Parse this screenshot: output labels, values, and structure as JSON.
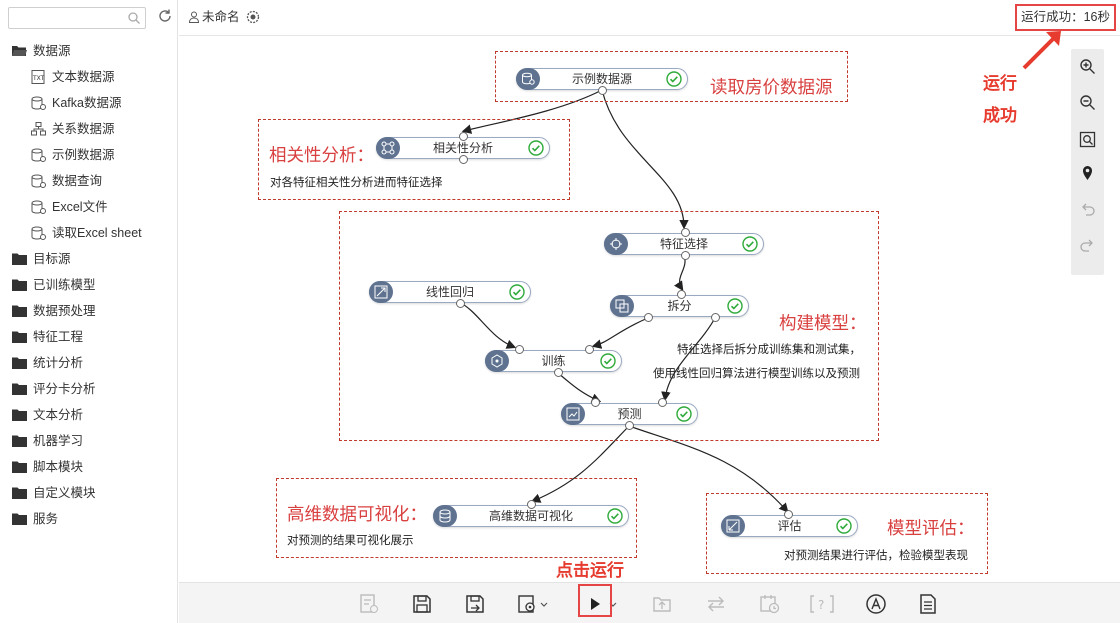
{
  "sidebar": {
    "search": {
      "placeholder": "",
      "icon": "search-icon"
    },
    "refresh_icon": "refresh-icon",
    "tree": [
      {
        "label": "数据源",
        "icon": "folder-open-icon",
        "children": [
          {
            "label": "文本数据源",
            "icon": "txt-file-icon"
          },
          {
            "label": "Kafka数据源",
            "icon": "database-icon"
          },
          {
            "label": "关系数据源",
            "icon": "relation-icon"
          },
          {
            "label": "示例数据源",
            "icon": "database-icon"
          },
          {
            "label": "数据查询",
            "icon": "database-icon"
          },
          {
            "label": "Excel文件",
            "icon": "database-icon"
          },
          {
            "label": "读取Excel sheet",
            "icon": "database-icon"
          }
        ]
      },
      {
        "label": "目标源",
        "icon": "folder-icon"
      },
      {
        "label": "已训练模型",
        "icon": "folder-icon"
      },
      {
        "label": "数据预处理",
        "icon": "folder-icon"
      },
      {
        "label": "特征工程",
        "icon": "folder-icon"
      },
      {
        "label": "统计分析",
        "icon": "folder-icon"
      },
      {
        "label": "评分卡分析",
        "icon": "folder-icon"
      },
      {
        "label": "文本分析",
        "icon": "folder-icon"
      },
      {
        "label": "机器学习",
        "icon": "folder-icon"
      },
      {
        "label": "脚本模块",
        "icon": "folder-icon"
      },
      {
        "label": "自定义模块",
        "icon": "folder-icon"
      },
      {
        "label": "服务",
        "icon": "folder-icon"
      }
    ]
  },
  "topbar": {
    "workflow_name": "未命名",
    "status": "运行成功：16秒"
  },
  "nodes": [
    {
      "id": "sample",
      "label": "示例数据源",
      "icon": "database-icon"
    },
    {
      "id": "corr",
      "label": "相关性分析",
      "icon": "correlation-icon"
    },
    {
      "id": "featsel",
      "label": "特征选择",
      "icon": "feature-select-icon"
    },
    {
      "id": "linreg",
      "label": "线性回归",
      "icon": "regression-icon"
    },
    {
      "id": "split",
      "label": "拆分",
      "icon": "split-icon"
    },
    {
      "id": "train",
      "label": "训练",
      "icon": "train-icon"
    },
    {
      "id": "predict",
      "label": "预测",
      "icon": "predict-icon"
    },
    {
      "id": "viz",
      "label": "高维数据可视化",
      "icon": "visualization-icon"
    },
    {
      "id": "eval",
      "label": "评估",
      "icon": "evaluate-icon"
    }
  ],
  "groups": {
    "read": {
      "title": "读取房价数据源"
    },
    "corr": {
      "title": "相关性分析：",
      "desc": "对各特征相关性分析进而特征选择"
    },
    "build": {
      "title": "构建模型：",
      "desc1": "特征选择后拆分成训练集和测试集，",
      "desc2": "使用线性回归算法进行模型训练以及预测"
    },
    "viz": {
      "title": "高维数据可视化：",
      "desc": "对预测的结果可视化展示"
    },
    "eval": {
      "title": "模型评估：",
      "desc": "对预测结果进行评估，检验模型表现"
    }
  },
  "annotations": {
    "run_success_line1": "运行",
    "run_success_line2": "成功",
    "click_run": "点击运行",
    "accent_color": "#e63b2e"
  },
  "zoom_panel": [
    "zoom-in-icon",
    "zoom-out-icon",
    "fit-view-icon",
    "locate-icon",
    "undo-icon",
    "redo-icon"
  ],
  "toolbar": [
    "save-log-icon",
    "save-icon",
    "save-as-icon",
    "settings-icon",
    "run-icon",
    "import-icon",
    "swap-icon",
    "schedule-icon",
    "help-icon",
    "font-icon",
    "document-icon"
  ]
}
